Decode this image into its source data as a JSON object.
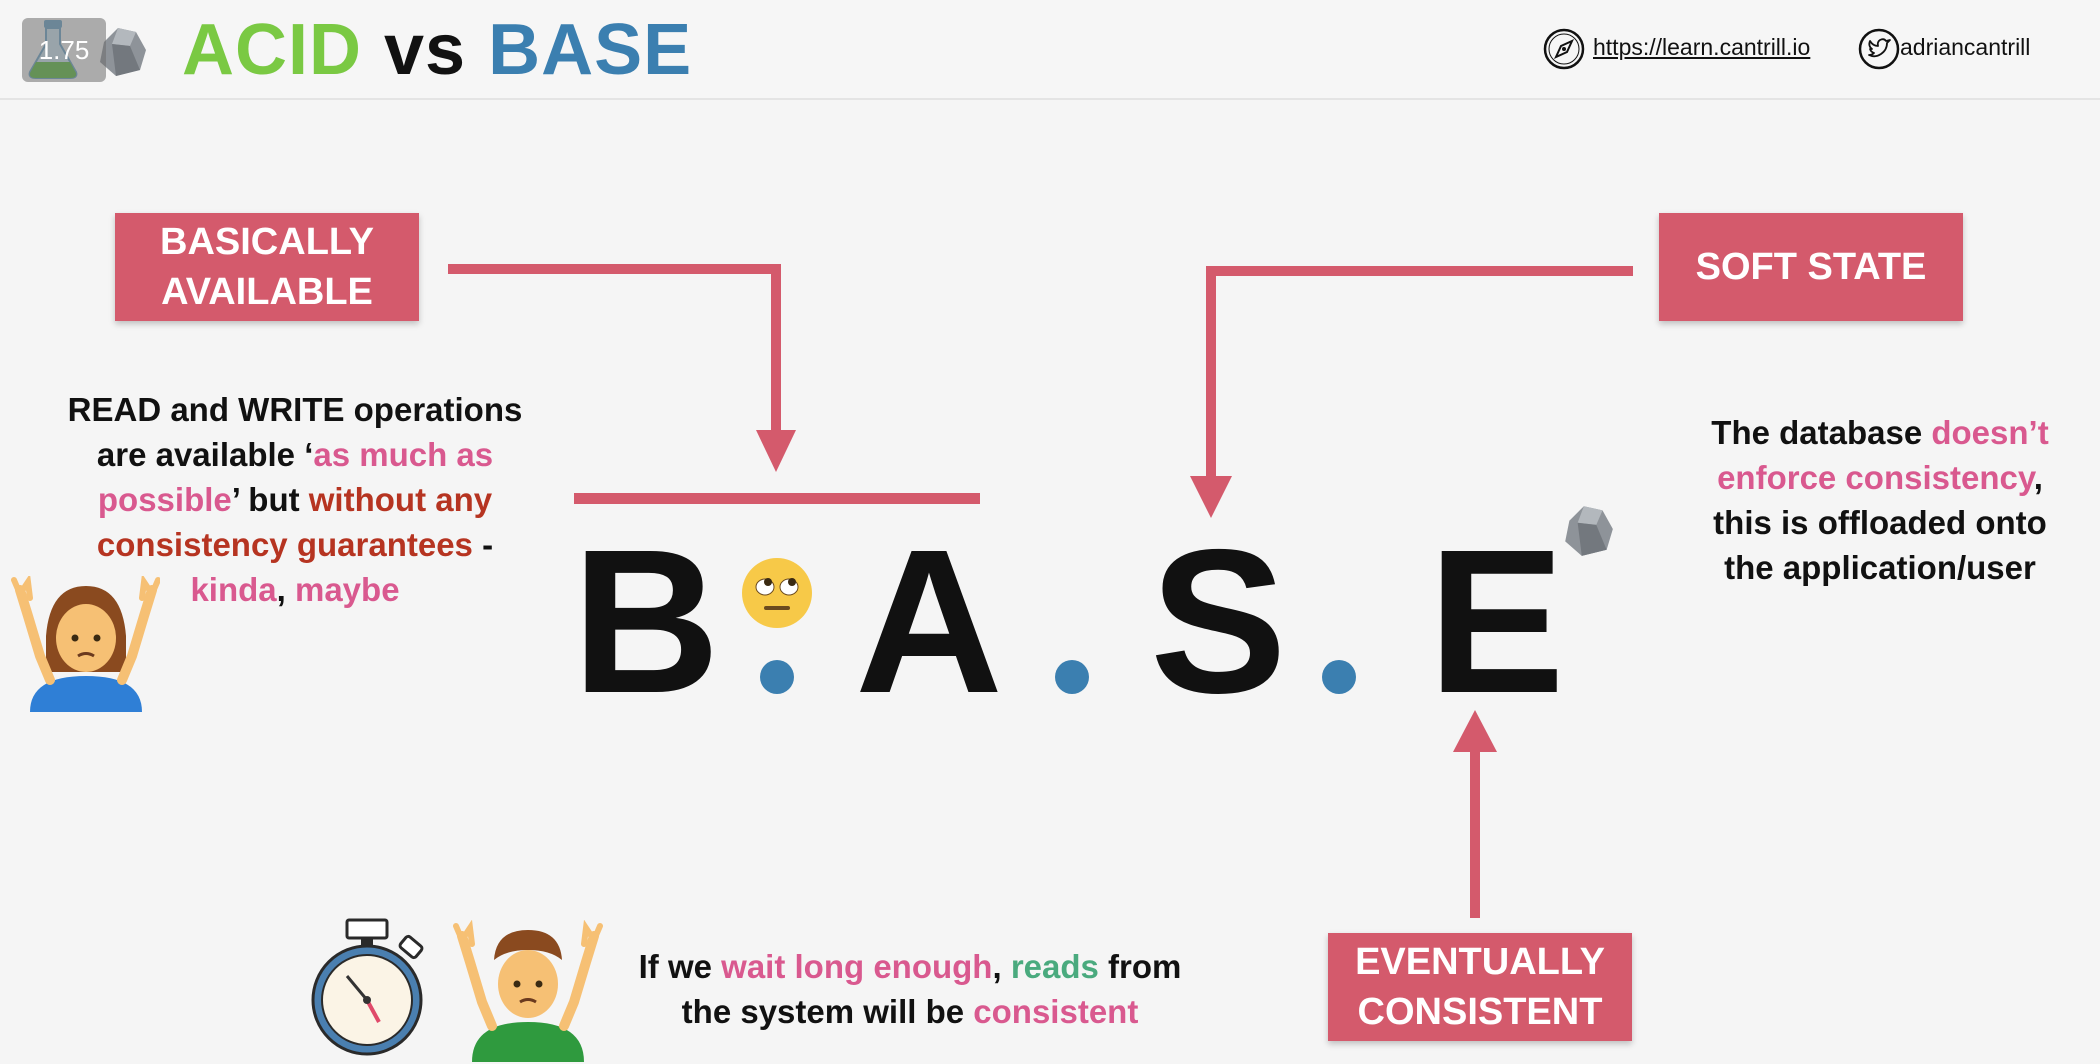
{
  "header": {
    "pager": "1.75",
    "title_acid": "ACID",
    "title_vs": "vs",
    "title_base": "BASE",
    "url": "https://learn.cantrill.io",
    "username": "adriancantrill"
  },
  "labels": {
    "basically_available": "BASICALLY\nAVAILABLE",
    "soft_state": "SOFT STATE",
    "eventually_consistent": "EVENTUALLY\nCONSISTENT"
  },
  "basically_available_desc": {
    "t1": "READ and WRITE operations",
    "t2": "are available ‘",
    "t3": "as much as",
    "t4": "possible",
    "t5": "’ but ",
    "t6": "without any",
    "t7": "consistency guarantees",
    "t8": " -",
    "t9": "kinda",
    "t10": ", ",
    "t11": "maybe"
  },
  "soft_state_desc": {
    "t1": "The database ",
    "t2": "doesn’t",
    "t3": "enforce consistency",
    "t4": ",",
    "t5": "this is offloaded onto",
    "t6": "the application/user"
  },
  "eventually_desc": {
    "t1": "If we ",
    "t2": "wait long enough",
    "t3": ", ",
    "t4": "reads",
    "t5": " from",
    "t6": "the system will be ",
    "t7": "consistent"
  },
  "acronym": {
    "b": "B",
    "a": "A",
    "s": "S",
    "e": "E"
  },
  "colors": {
    "acid_green": "#7ac943",
    "base_blue": "#3b7fb0",
    "label_red": "#d45a6c",
    "highlight_pink": "#d9598f",
    "highlight_rust": "#b63421",
    "highlight_green": "#4aaa7e"
  },
  "icons": [
    "flask-icon",
    "rock-icon",
    "compass-icon",
    "twitter-bird-icon",
    "shrug-woman-emoji",
    "eye-roll-emoji",
    "stopwatch-icon",
    "shrug-man-emoji"
  ]
}
